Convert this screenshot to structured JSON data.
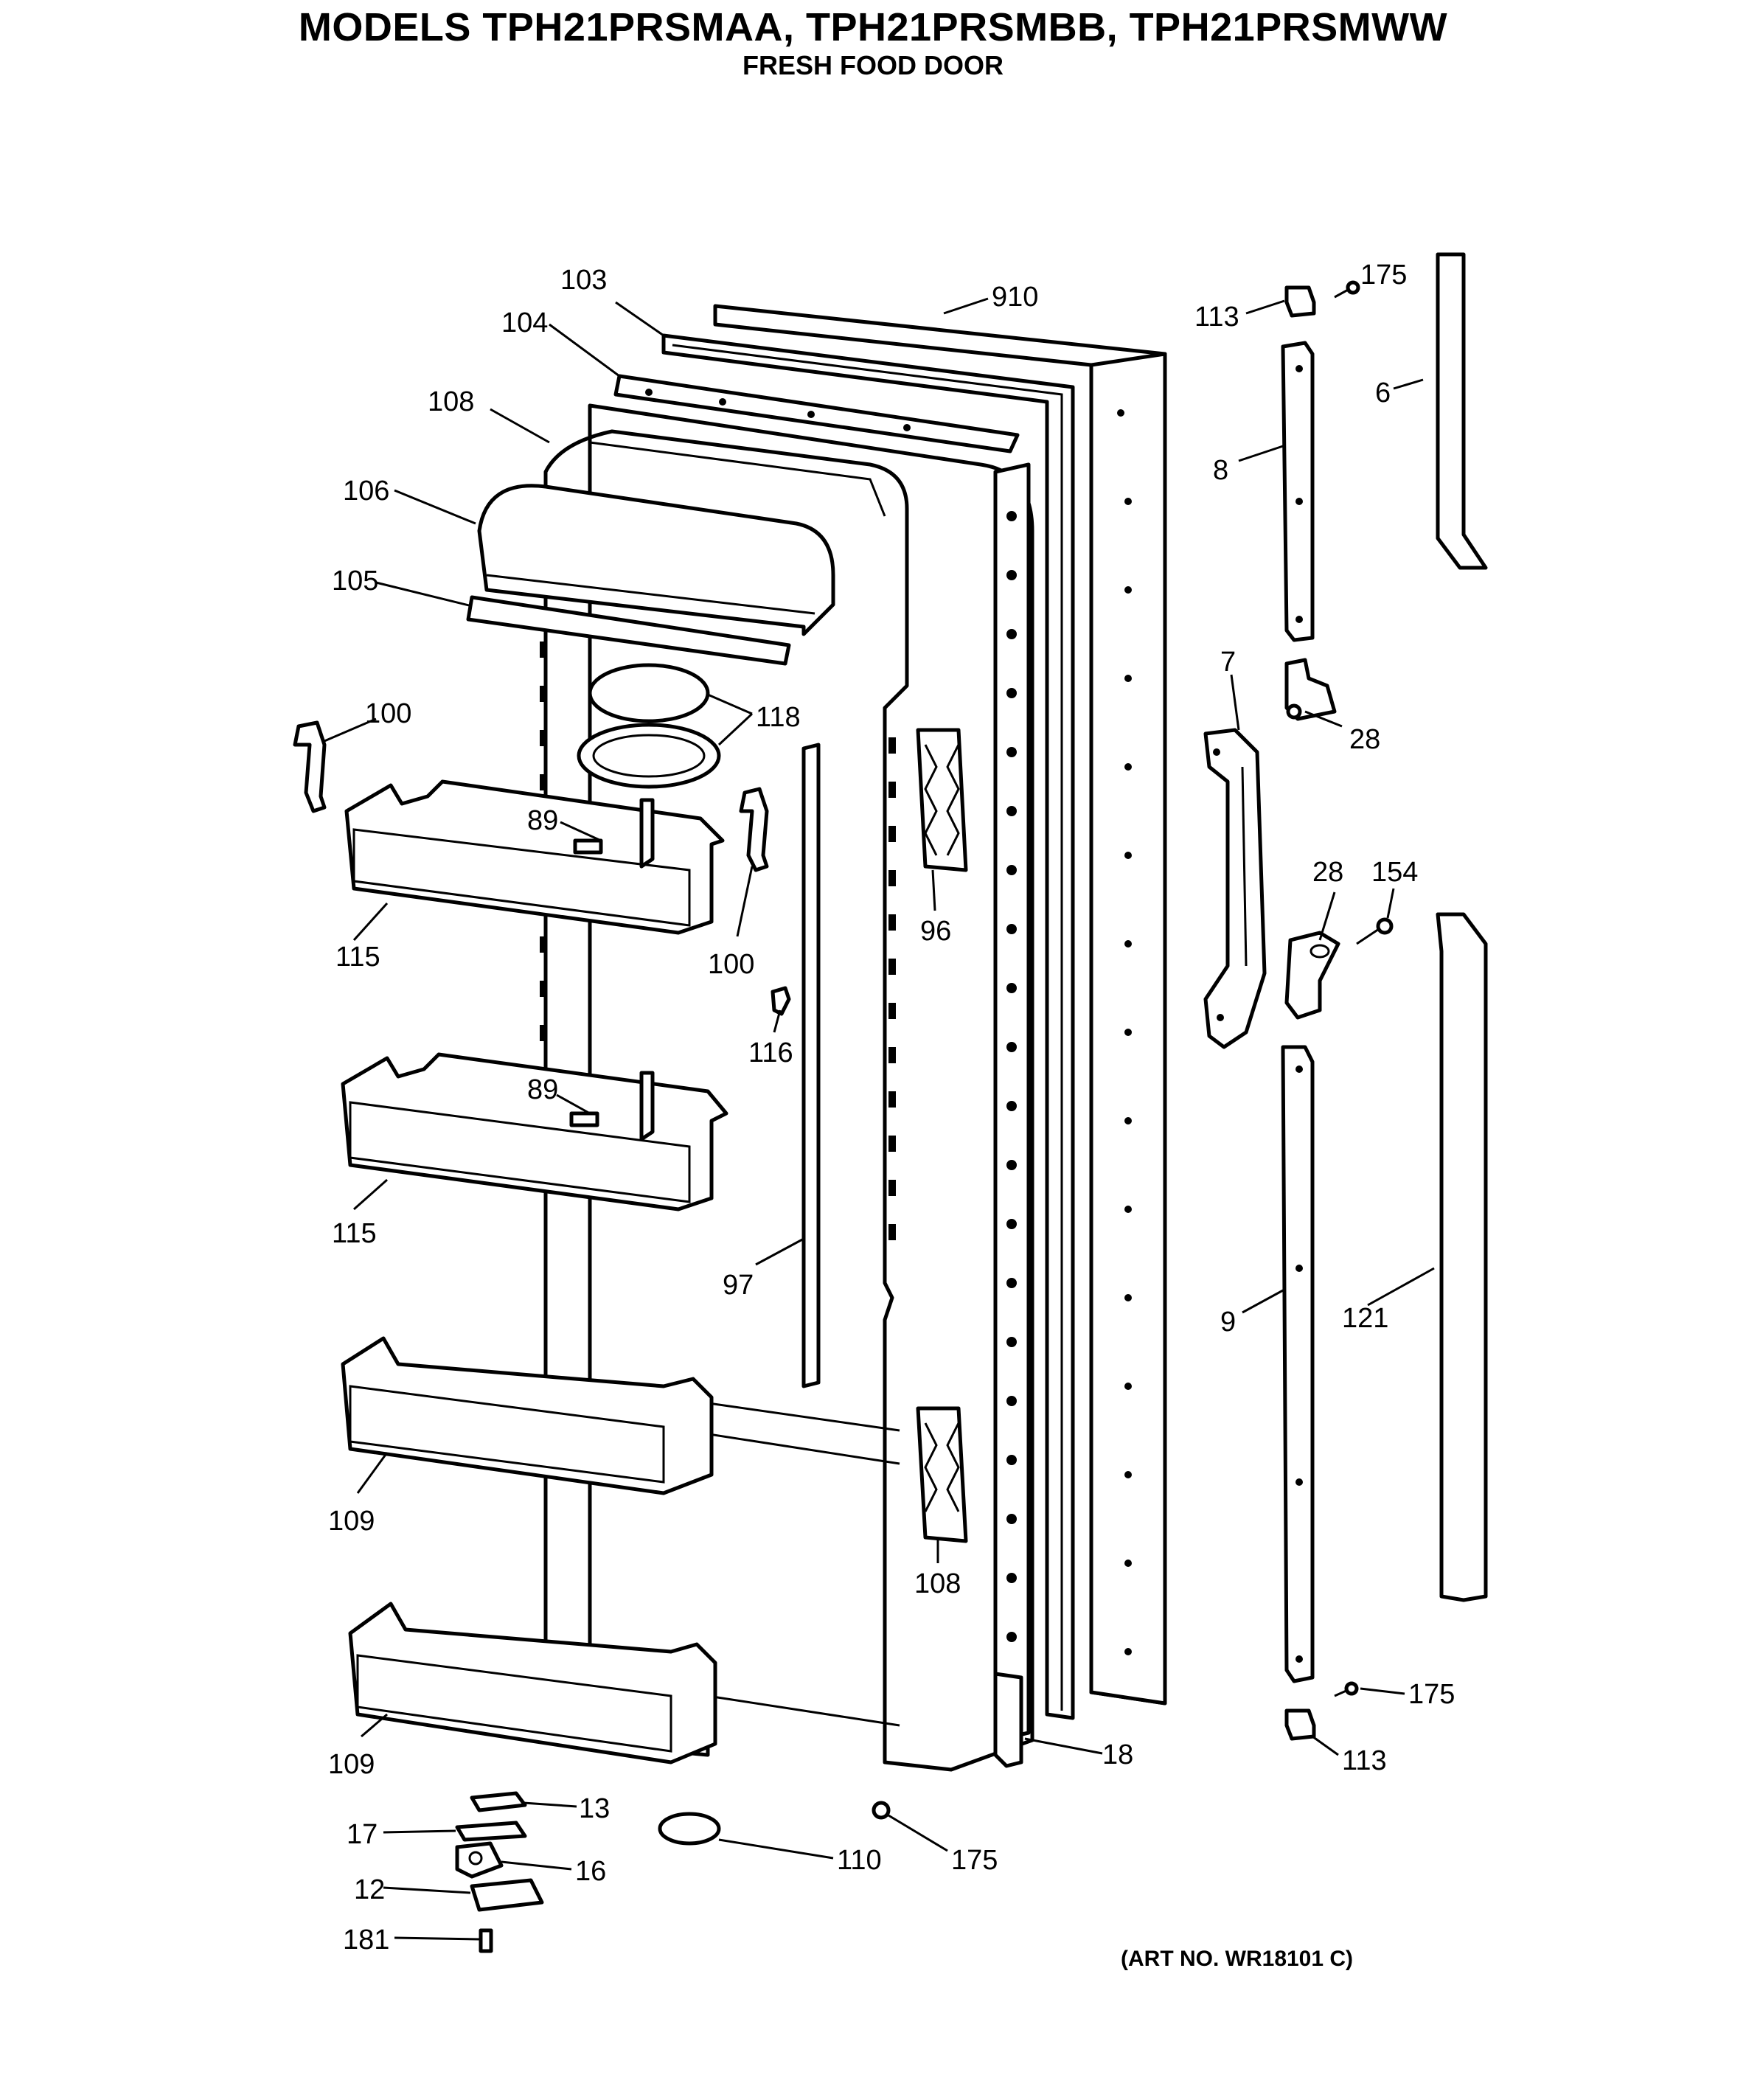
{
  "header": {
    "title": "MODELS TPH21PRSMAA, TPH21PRSMBB, TPH21PRSMWW",
    "subtitle": "FRESH FOOD DOOR"
  },
  "art_number": "(ART NO. WR18101 C)",
  "callouts": {
    "c103": "103",
    "c104": "104",
    "c108a": "108",
    "c106": "106",
    "c105": "105",
    "c910": "910",
    "c113a": "113",
    "c175a": "175",
    "c6": "6",
    "c8": "8",
    "c7": "7",
    "c28a": "28",
    "c28b": "28",
    "c154": "154",
    "c100a": "100",
    "c118": "118",
    "c89a": "89",
    "c100b": "100",
    "c115a": "115",
    "c96": "96",
    "c116": "116",
    "c89b": "89",
    "c115b": "115",
    "c97": "97",
    "c9": "9",
    "c121": "121",
    "c109a": "109",
    "c108b": "108",
    "c109b": "109",
    "c175b": "175",
    "c113b": "113",
    "c18": "18",
    "c13": "13",
    "c17": "17",
    "c16": "16",
    "c110": "110",
    "c175c": "175",
    "c12": "12",
    "c181": "181"
  }
}
